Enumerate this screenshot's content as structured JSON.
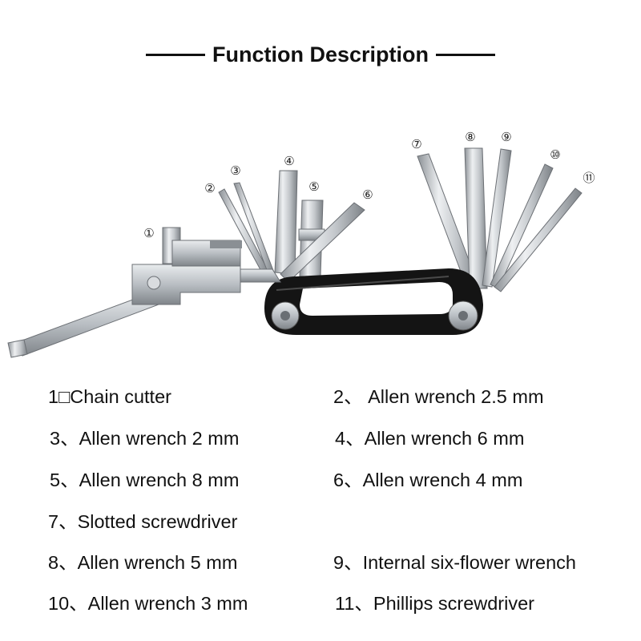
{
  "title": "Function Description",
  "callouts": [
    "①",
    "②",
    "③",
    "④",
    "⑤",
    "⑥",
    "⑦",
    "⑧",
    "⑨",
    "⑩",
    "⑪"
  ],
  "items": [
    "1□Chain cutter",
    "2、 Allen wrench 2.5 mm",
    "3、Allen wrench 2 mm",
    "4、Allen wrench 6 mm",
    "5、Allen wrench 8 mm",
    "6、Allen wrench 4 mm",
    "7、Slotted screwdriver",
    "8、Allen wrench 5 mm",
    "9、Internal six-flower wrench",
    "10、Allen wrench 3 mm",
    "11、Phillips screwdriver"
  ],
  "colors": {
    "text": "#111111",
    "metal": "#c8ccd0",
    "handle": "#141414"
  }
}
